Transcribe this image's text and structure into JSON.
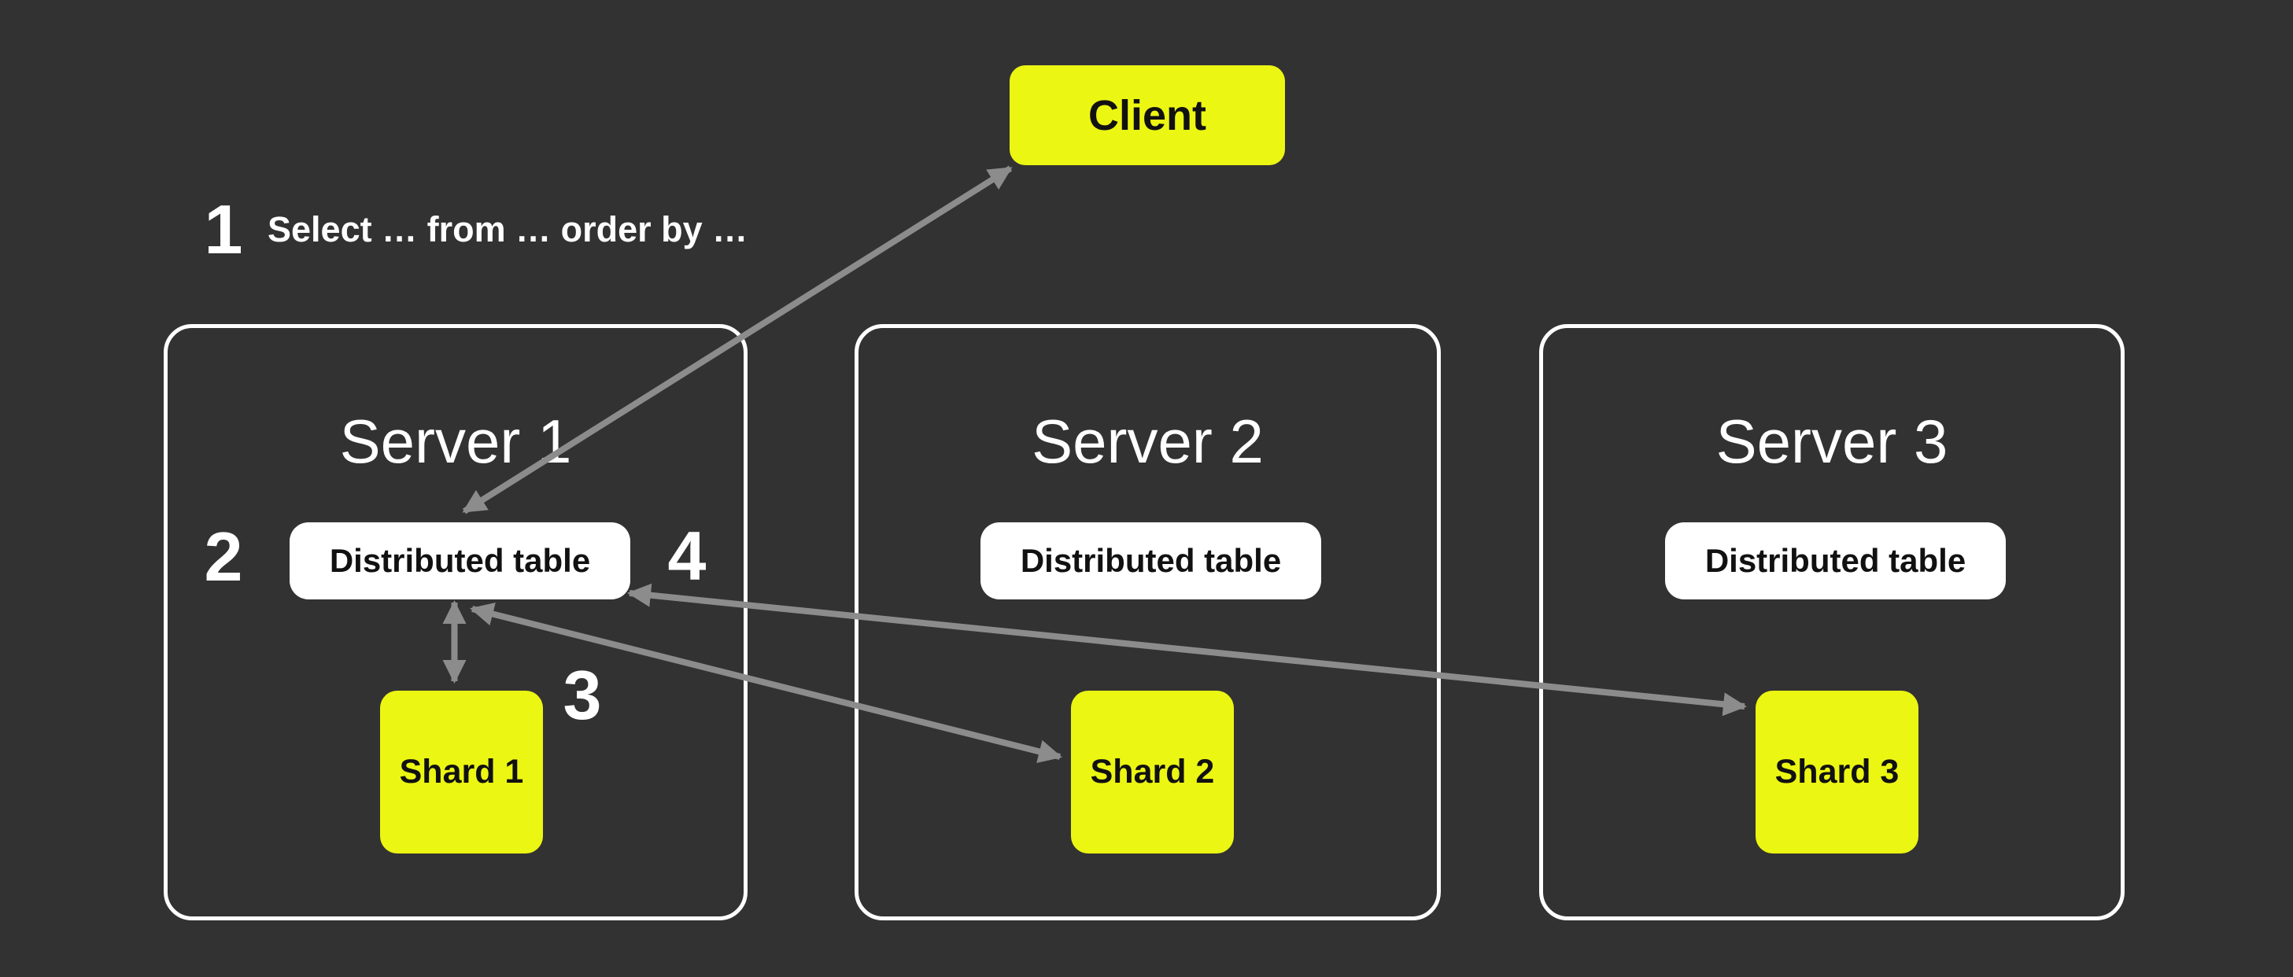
{
  "colors": {
    "background": "#323232",
    "accent_yellow": "#ECF613",
    "node_white": "#FFFFFF",
    "arrow_gray": "#8C8C8C",
    "text_on_light": "#111111",
    "text_on_dark": "#FFFFFF"
  },
  "client": {
    "label": "Client"
  },
  "query_step": {
    "number": "1",
    "text": "Select … from … order by …"
  },
  "step_markers": [
    {
      "number": "2"
    },
    {
      "number": "3"
    },
    {
      "number": "4"
    }
  ],
  "servers": [
    {
      "title": "Server 1",
      "distributed_table": "Distributed table",
      "shard": "Shard 1"
    },
    {
      "title": "Server 2",
      "distributed_table": "Distributed table",
      "shard": "Shard 2"
    },
    {
      "title": "Server 3",
      "distributed_table": "Distributed table",
      "shard": "Shard 3"
    }
  ],
  "arrows": [
    {
      "name": "client-to-distributed-table-1",
      "type": "double-headed"
    },
    {
      "name": "distributed-table-1-to-shard-1",
      "type": "double-headed"
    },
    {
      "name": "distributed-table-1-to-shard-2",
      "type": "double-headed"
    },
    {
      "name": "distributed-table-1-to-shard-3",
      "type": "double-headed"
    }
  ]
}
